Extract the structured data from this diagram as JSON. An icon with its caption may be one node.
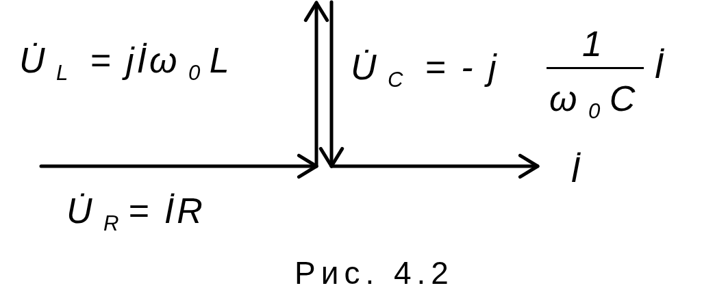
{
  "diagram": {
    "caption": "Рис. 4.2",
    "labels": [
      "U̇$_{L}$ = jİω$_{0}$L",
      "U̇$_{C}$ = - j",
      "1",
      "ω$_{0}$C",
      "İ",
      "İ",
      "U̇$_{R}$= İR"
    ]
  }
}
